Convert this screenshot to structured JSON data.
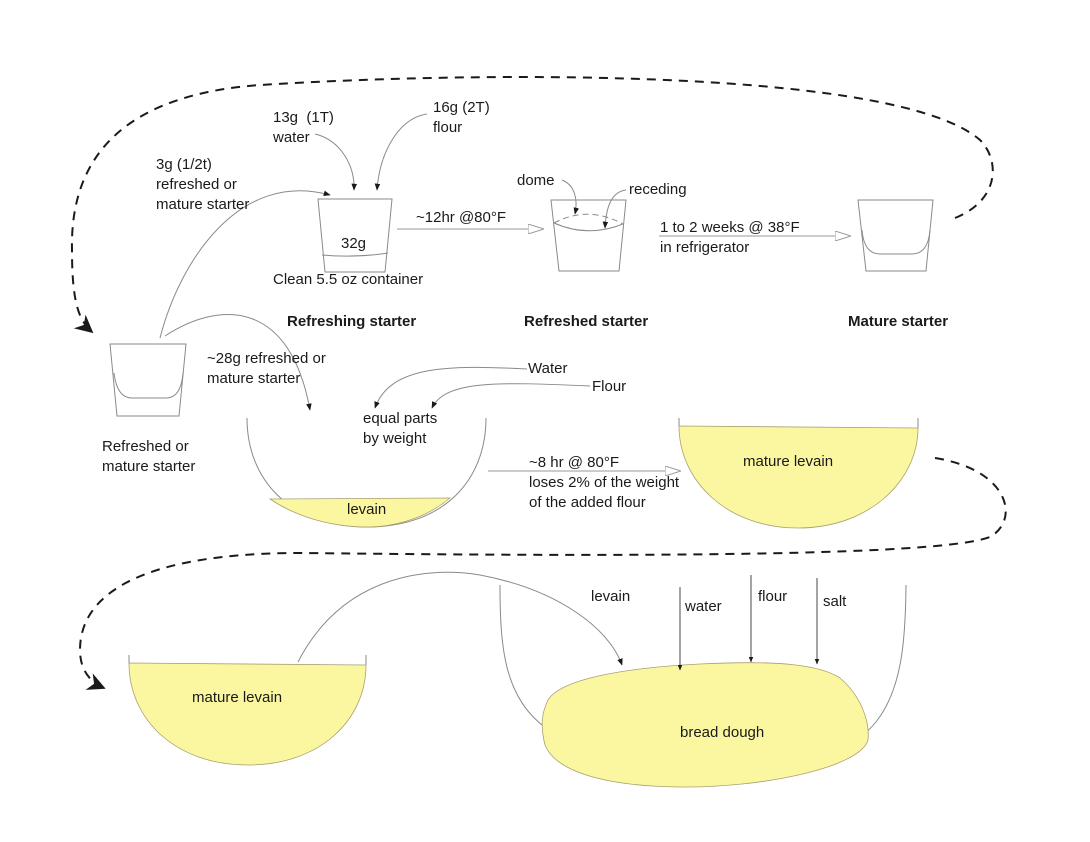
{
  "colors": {
    "fill": "#fbf7a0",
    "fill_stroke": "#a8a070",
    "line": "#8a8a8a",
    "dashed": "#1a1a1a",
    "text": "#1a1a1a"
  },
  "stages": {
    "refreshing": "Refreshing starter",
    "refreshed": "Refreshed starter",
    "mature": "Mature starter"
  },
  "refresh": {
    "starter_in": "3g (1/2t)\nrefreshed or\nmature starter",
    "water_in": "13g  (1T)\nwater",
    "flour_in": "16g (2T)\nflour",
    "container_weight": "32g",
    "container_label": "Clean 5.5 oz container",
    "step1": "~12hr @80°F",
    "dome": "dome",
    "receding": "receding",
    "step2": "1 to 2 weeks @ 38°F\nin refrigerator"
  },
  "levain": {
    "source_jar_label": "Refreshed or\nmature starter",
    "starter_in": "~28g refreshed or\nmature starter",
    "water_in": "Water",
    "flour_in": "Flour",
    "ratio_note": "equal parts\nby weight",
    "bowl_fill": "levain",
    "step": "~8 hr @ 80°F\nloses 2% of the weight\nof the added flour",
    "mature_bowl": "mature levain"
  },
  "dough": {
    "levain_bowl": "mature levain",
    "levain_in": "levain",
    "water_in": "water",
    "flour_in": "flour",
    "salt_in": "salt",
    "dough_label": "bread dough"
  }
}
